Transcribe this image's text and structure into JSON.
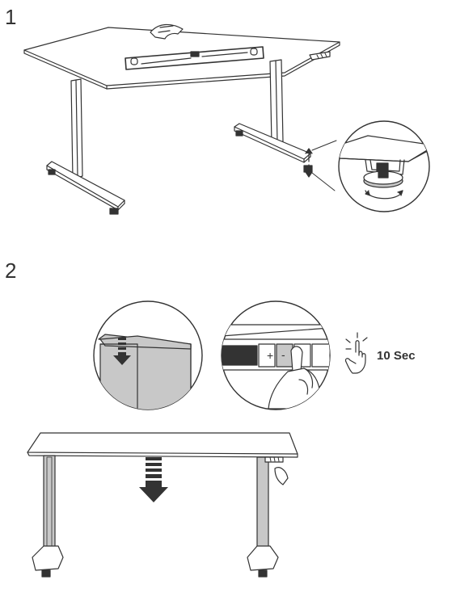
{
  "steps": [
    {
      "number": "1"
    },
    {
      "number": "2"
    }
  ],
  "timer": {
    "label": "10 Sec",
    "icon": "press-hold-hand-icon"
  },
  "colors": {
    "line": "#333333",
    "panel_fill": "#c8c8c8",
    "display_fill": "#333333",
    "arrow": "#333333"
  },
  "control_panel": {
    "plus": "+",
    "minus": "-"
  }
}
